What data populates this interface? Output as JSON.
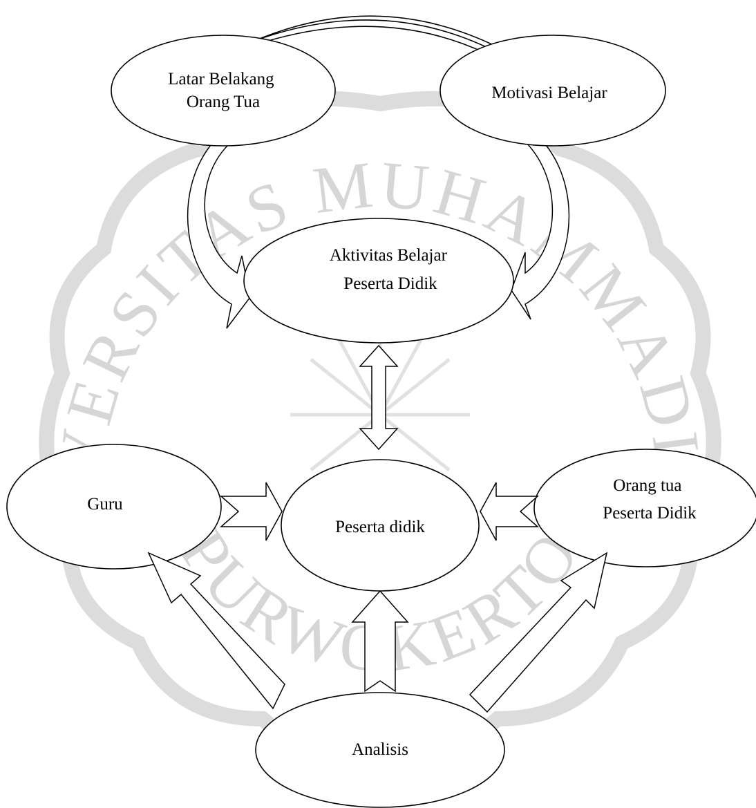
{
  "watermark": {
    "top_text": "UNIVERSITAS MUHAMMADIYAH",
    "bottom_text": "PURWOKERTO",
    "color": "#cfcfcf"
  },
  "nodes": {
    "latar_belakang": {
      "lines": [
        "Latar Belakang",
        "Orang Tua"
      ]
    },
    "motivasi": {
      "lines": [
        "Motivasi Belajar"
      ]
    },
    "aktivitas": {
      "lines": [
        "Aktivitas Belajar",
        "Peserta Didik"
      ]
    },
    "guru": {
      "lines": [
        "Guru"
      ]
    },
    "peserta": {
      "lines": [
        "Peserta didik"
      ]
    },
    "orang_tua": {
      "lines": [
        "Orang tua",
        "Peserta Didik"
      ]
    },
    "analisis": {
      "lines": [
        "Analisis"
      ]
    }
  },
  "edges": [
    {
      "from": "latar_belakang",
      "to": "aktivitas",
      "style": "curved-hollow-arrow"
    },
    {
      "from": "motivasi",
      "to": "aktivitas",
      "style": "curved-hollow-arrow"
    },
    {
      "from": "latar_belakang",
      "to": "motivasi",
      "style": "top-arc-connector"
    },
    {
      "from": "aktivitas",
      "to": "peserta",
      "style": "double-headed-hollow-arrow"
    },
    {
      "from": "guru",
      "to": "peserta",
      "style": "hollow-arrow"
    },
    {
      "from": "orang_tua",
      "to": "peserta",
      "style": "hollow-arrow"
    },
    {
      "from": "analisis",
      "to": "peserta",
      "style": "hollow-arrow"
    },
    {
      "from": "analisis",
      "to": "guru",
      "style": "hollow-arrow"
    },
    {
      "from": "analisis",
      "to": "orang_tua",
      "style": "hollow-arrow"
    }
  ]
}
